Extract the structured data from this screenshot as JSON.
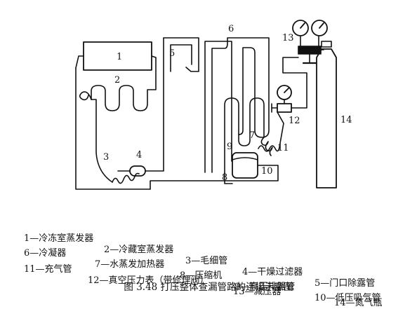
{
  "diagram": {
    "labels": {
      "n1": "1",
      "n2": "2",
      "n3": "3",
      "n4": "4",
      "n5": "5",
      "n6": "6",
      "n7": "7",
      "n8": "8",
      "n9": "9",
      "n10": "10",
      "n11": "11",
      "n12": "12",
      "n13": "13",
      "n14": "14"
    }
  },
  "legend": {
    "row1": [
      "1—冷冻室蒸发器",
      "2—冷藏室蒸发器",
      "3—毛细管",
      "4—干燥过滤器",
      "5—门口除露管"
    ],
    "row2": [
      "6—冷凝器",
      "7—水蒸发加热器",
      "8—压缩机",
      "9—高压排器管",
      "10—低压吸气管"
    ],
    "row3": [
      "11—充气管",
      "12—真空压力表（带修理阀）",
      "13—减压器",
      "14—氮气瓶"
    ]
  },
  "caption": "图 3.48    打压整体查漏管路的连接示意图"
}
